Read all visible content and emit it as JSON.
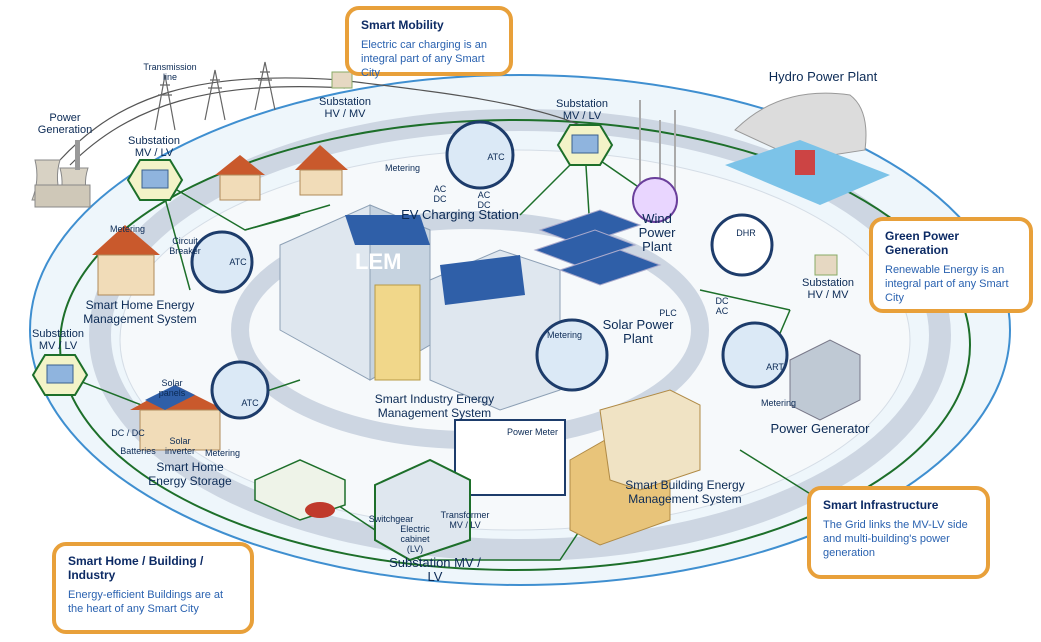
{
  "callouts": {
    "smart_mobility": {
      "title": "Smart Mobility",
      "text": "Electric car charging is an integral part of any Smart City"
    },
    "green_power": {
      "title": "Green Power Generation",
      "text": "Renewable Energy is an integral part of any Smart City"
    },
    "smart_infrastructure": {
      "title": "Smart Infrastructure",
      "text": "The Grid links the MV-LV side and multi-building's power generation"
    },
    "smart_home_building": {
      "title": "Smart Home / Building / Industry",
      "text": "Energy-efficient Buildings are at the heart of any Smart City"
    }
  },
  "labels": {
    "power_generation": "Power Generation",
    "transmission_line": "Transmission line",
    "substation_hv_mv_top": "Substation HV / MV",
    "substation_mv_lv_topleft": "Substation MV / LV",
    "substation_mv_lv_top": "Substation MV / LV",
    "substation_mv_lv_left": "Substation MV / LV",
    "substation_hv_mv_right": "Substation HV / MV",
    "substation_mv_lv_bottom": "Substation MV / LV",
    "hydro_power_plant": "Hydro Power Plant",
    "wind_power_plant": "Wind Power Plant",
    "solar_power_plant": "Solar Power Plant",
    "power_generator": "Power Generator",
    "ev_charging_station": "EV Charging Station",
    "metering_ev": "Metering",
    "ac_dc_1": "AC DC",
    "ac_dc_2": "AC DC",
    "atc_ev": "ATC",
    "smart_home_ems": "Smart Home Energy Management System",
    "metering_home": "Metering",
    "circuit_breaker": "Circuit Breaker",
    "atc_home": "ATC",
    "smart_industry_ems": "Smart Industry Energy Management System",
    "lem": "LEM",
    "metering_industry": "Metering",
    "dhr": "DHR",
    "plc": "PLC",
    "dc_ac": "DC AC",
    "metering_generator": "Metering",
    "art": "ART",
    "solar_panels": "Solar panels",
    "dc_dc": "DC / DC",
    "solar_inverter": "Solar inverter",
    "batteries": "Batteries",
    "metering_storage": "Metering",
    "atc_storage": "ATC",
    "smart_home_storage": "Smart Home Energy Storage",
    "smart_building_ems": "Smart Building Energy Management System",
    "power_meter": "Power Meter",
    "switchgear": "Switchgear",
    "electric_cabinet": "Electric cabinet (LV)",
    "transformer": "Transformer MV / LV"
  },
  "colors": {
    "callout_border": "#e8a03a",
    "callout_title": "#0c2a64",
    "callout_text": "#2a62b0",
    "grid_line": "#1d6f2a",
    "outer_ring": "#3f8fd0",
    "road": "#cdd6e2"
  }
}
